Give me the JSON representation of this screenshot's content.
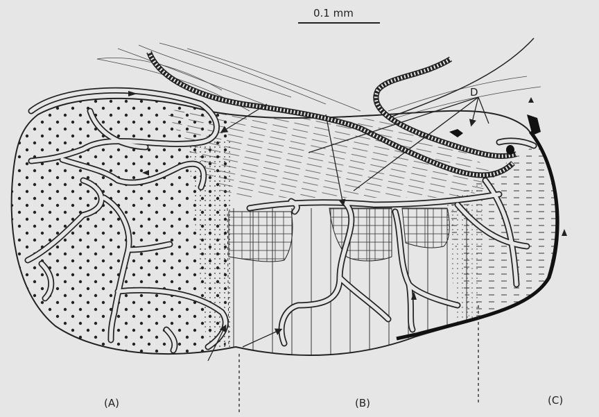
{
  "figure": {
    "scale_bar": {
      "label": "0.1 mm"
    },
    "callout": {
      "label": "D"
    },
    "regions": [
      {
        "id": "A",
        "label": "(A)"
      },
      {
        "id": "B",
        "label": "(B)"
      },
      {
        "id": "C",
        "label": "(C)"
      }
    ]
  },
  "colors": {
    "paper": "#e6e6e6",
    "ink": "#222222"
  }
}
